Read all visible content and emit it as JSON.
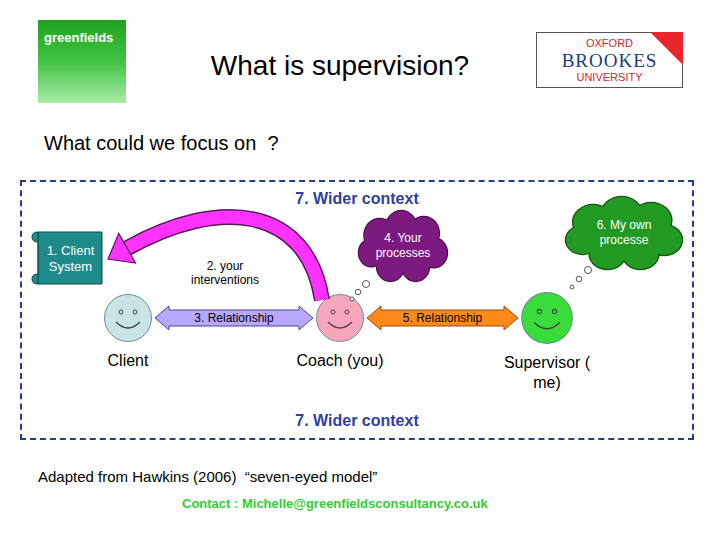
{
  "diagram": {
    "title": "What is supervision?",
    "nodes": [
      {
        "text": [
          "greenfields"
        ]
      },
      {
        "text": [
          "OXFORD",
          "BROOKES",
          "UNIVERSITY"
        ]
      },
      {
        "text": [
          "7. Wider context",
          "7. Wider context"
        ]
      },
      {
        "text": [
          "1. Client System"
        ],
        "in": 2
      },
      {
        "text": [
          "4. Your processes"
        ],
        "in": 2
      },
      {
        "text": [
          "6. My own processe"
        ],
        "in": 2
      },
      {
        "text": [
          "Client"
        ],
        "in": 2
      },
      {
        "text": [
          "Coach (you)"
        ],
        "in": 2
      },
      {
        "text": [
          "Supervisor ( me)"
        ],
        "in": 2
      }
    ],
    "edges": [
      {
        "from": 7,
        "to": 3,
        "arrow": "to",
        "label": "2. your interventions"
      },
      {
        "from": 6,
        "to": 7,
        "arrow": "both",
        "label": "3. Relationship"
      },
      {
        "from": 7,
        "to": 8,
        "arrow": "both",
        "label": "5. Relationship"
      }
    ],
    "labels": [
      "What could we focus on  ?",
      "Adapted from Hawkins (2006)  “seven-eyed model”",
      "Contact : Michelle@greenfieldsconsultancy.co.uk"
    ]
  }
}
